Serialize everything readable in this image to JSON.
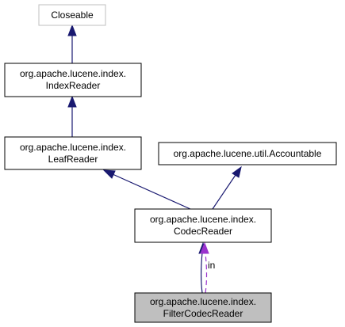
{
  "colors": {
    "background": "#ffffff",
    "node_border": "#000000",
    "node_fill": "#ffffff",
    "node_border_grey": "#bfbfbf",
    "highlight_fill": "#bfbfbf",
    "inheritance_edge": "#191970",
    "usage_edge": "#9a32cd"
  },
  "nodes": {
    "closeable": {
      "line1": "Closeable"
    },
    "index_reader": {
      "line1": "org.apache.lucene.index.",
      "line2": "IndexReader"
    },
    "leaf_reader": {
      "line1": "org.apache.lucene.index.",
      "line2": "LeafReader"
    },
    "accountable": {
      "line1": "org.apache.lucene.util.Accountable"
    },
    "codec_reader": {
      "line1": "org.apache.lucene.index.",
      "line2": "CodecReader"
    },
    "filter_codec_reader": {
      "line1": "org.apache.lucene.index.",
      "line2": "FilterCodecReader"
    }
  },
  "edges": {
    "usage_label": "in"
  }
}
